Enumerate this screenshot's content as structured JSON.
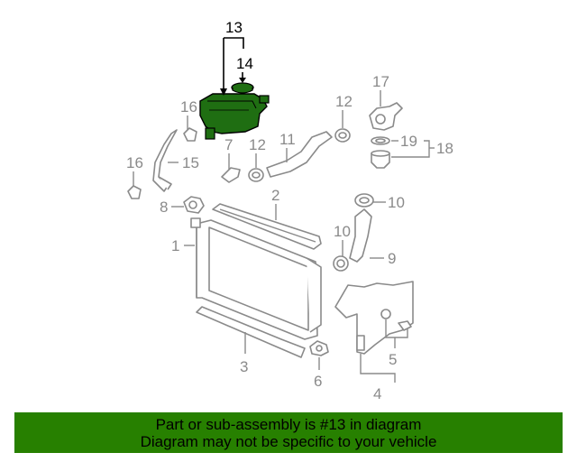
{
  "diagram": {
    "callouts": [
      {
        "id": "c13",
        "text": "13"
      },
      {
        "id": "c14",
        "text": "14"
      },
      {
        "id": "c16a",
        "text": "16"
      },
      {
        "id": "c16b",
        "text": "16"
      },
      {
        "id": "c15",
        "text": "15"
      },
      {
        "id": "c7",
        "text": "7"
      },
      {
        "id": "c12a",
        "text": "12"
      },
      {
        "id": "c11",
        "text": "11"
      },
      {
        "id": "c12b",
        "text": "12"
      },
      {
        "id": "c17",
        "text": "17"
      },
      {
        "id": "c19",
        "text": "19"
      },
      {
        "id": "c18",
        "text": "18"
      },
      {
        "id": "c8",
        "text": "8"
      },
      {
        "id": "c2",
        "text": "2"
      },
      {
        "id": "c10a",
        "text": "10"
      },
      {
        "id": "c10b",
        "text": "10"
      },
      {
        "id": "c1",
        "text": "1"
      },
      {
        "id": "c9",
        "text": "9"
      },
      {
        "id": "c3",
        "text": "3"
      },
      {
        "id": "c6",
        "text": "6"
      },
      {
        "id": "c5",
        "text": "5"
      },
      {
        "id": "c4",
        "text": "4"
      }
    ],
    "highlight_color": "#1f6e12",
    "line_color": "#8a8a8a"
  },
  "banner": {
    "line1": "Part or sub-assembly is #13 in diagram",
    "line2": "Diagram may not be specific to your vehicle",
    "background": "#278000"
  }
}
